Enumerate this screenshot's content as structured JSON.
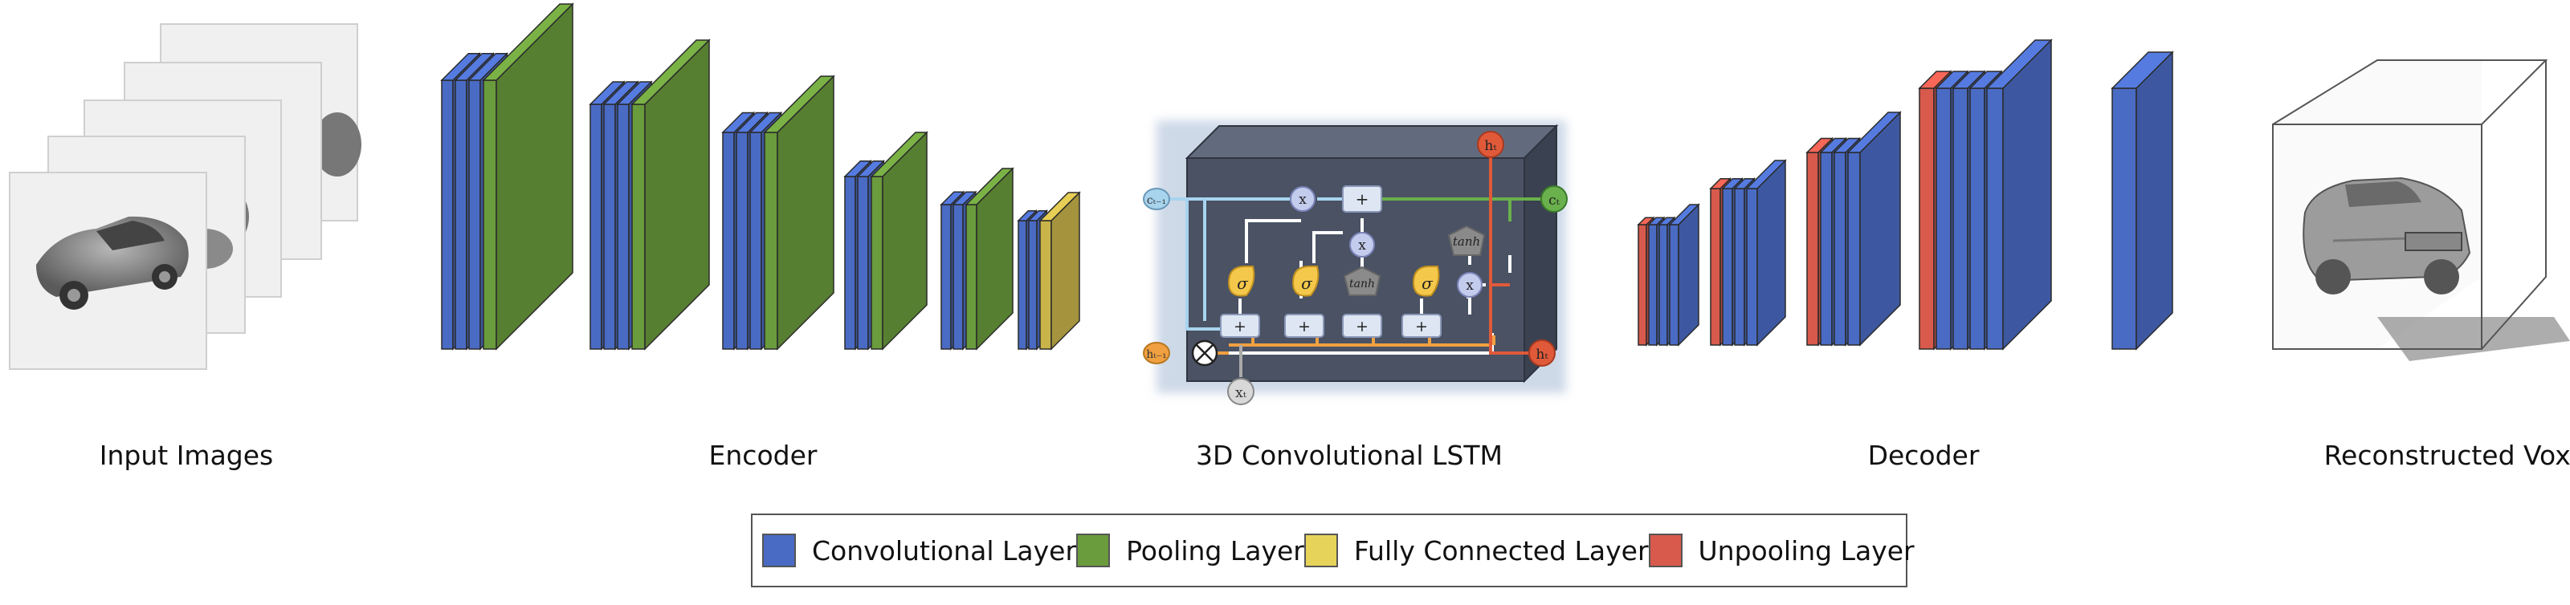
{
  "labels": {
    "input": "Input Images",
    "encoder": "Encoder",
    "lstm": "3D Convolutional LSTM",
    "decoder": "Decoder",
    "output": "Reconstructed Voxels"
  },
  "legend": [
    {
      "label": "Convolutional Layer",
      "color": "#4a6bc4"
    },
    {
      "label": "Pooling Layer",
      "color": "#6a9b3c"
    },
    {
      "label": "Fully Connected Layer",
      "color": "#e6d35a"
    },
    {
      "label": "Unpooling Layer",
      "color": "#d85a4c"
    }
  ],
  "lstm": {
    "c_prev": "cₜ₋₁",
    "h_prev": "hₜ₋₁",
    "x": "xₜ",
    "c_out": "cₜ",
    "h_out": "hₜ",
    "h_top": "hₜ",
    "sigma": "σ",
    "tanh": "tanh",
    "plus": "+",
    "times": "x"
  },
  "colors": {
    "conv": "#4a6bc4",
    "pool": "#6a9b3c",
    "fc": "#c9b44a",
    "unpool": "#d85a4c",
    "lstm_front": "#4a5264",
    "lstm_top": "#626b7d",
    "lstm_side": "#3a4150"
  }
}
